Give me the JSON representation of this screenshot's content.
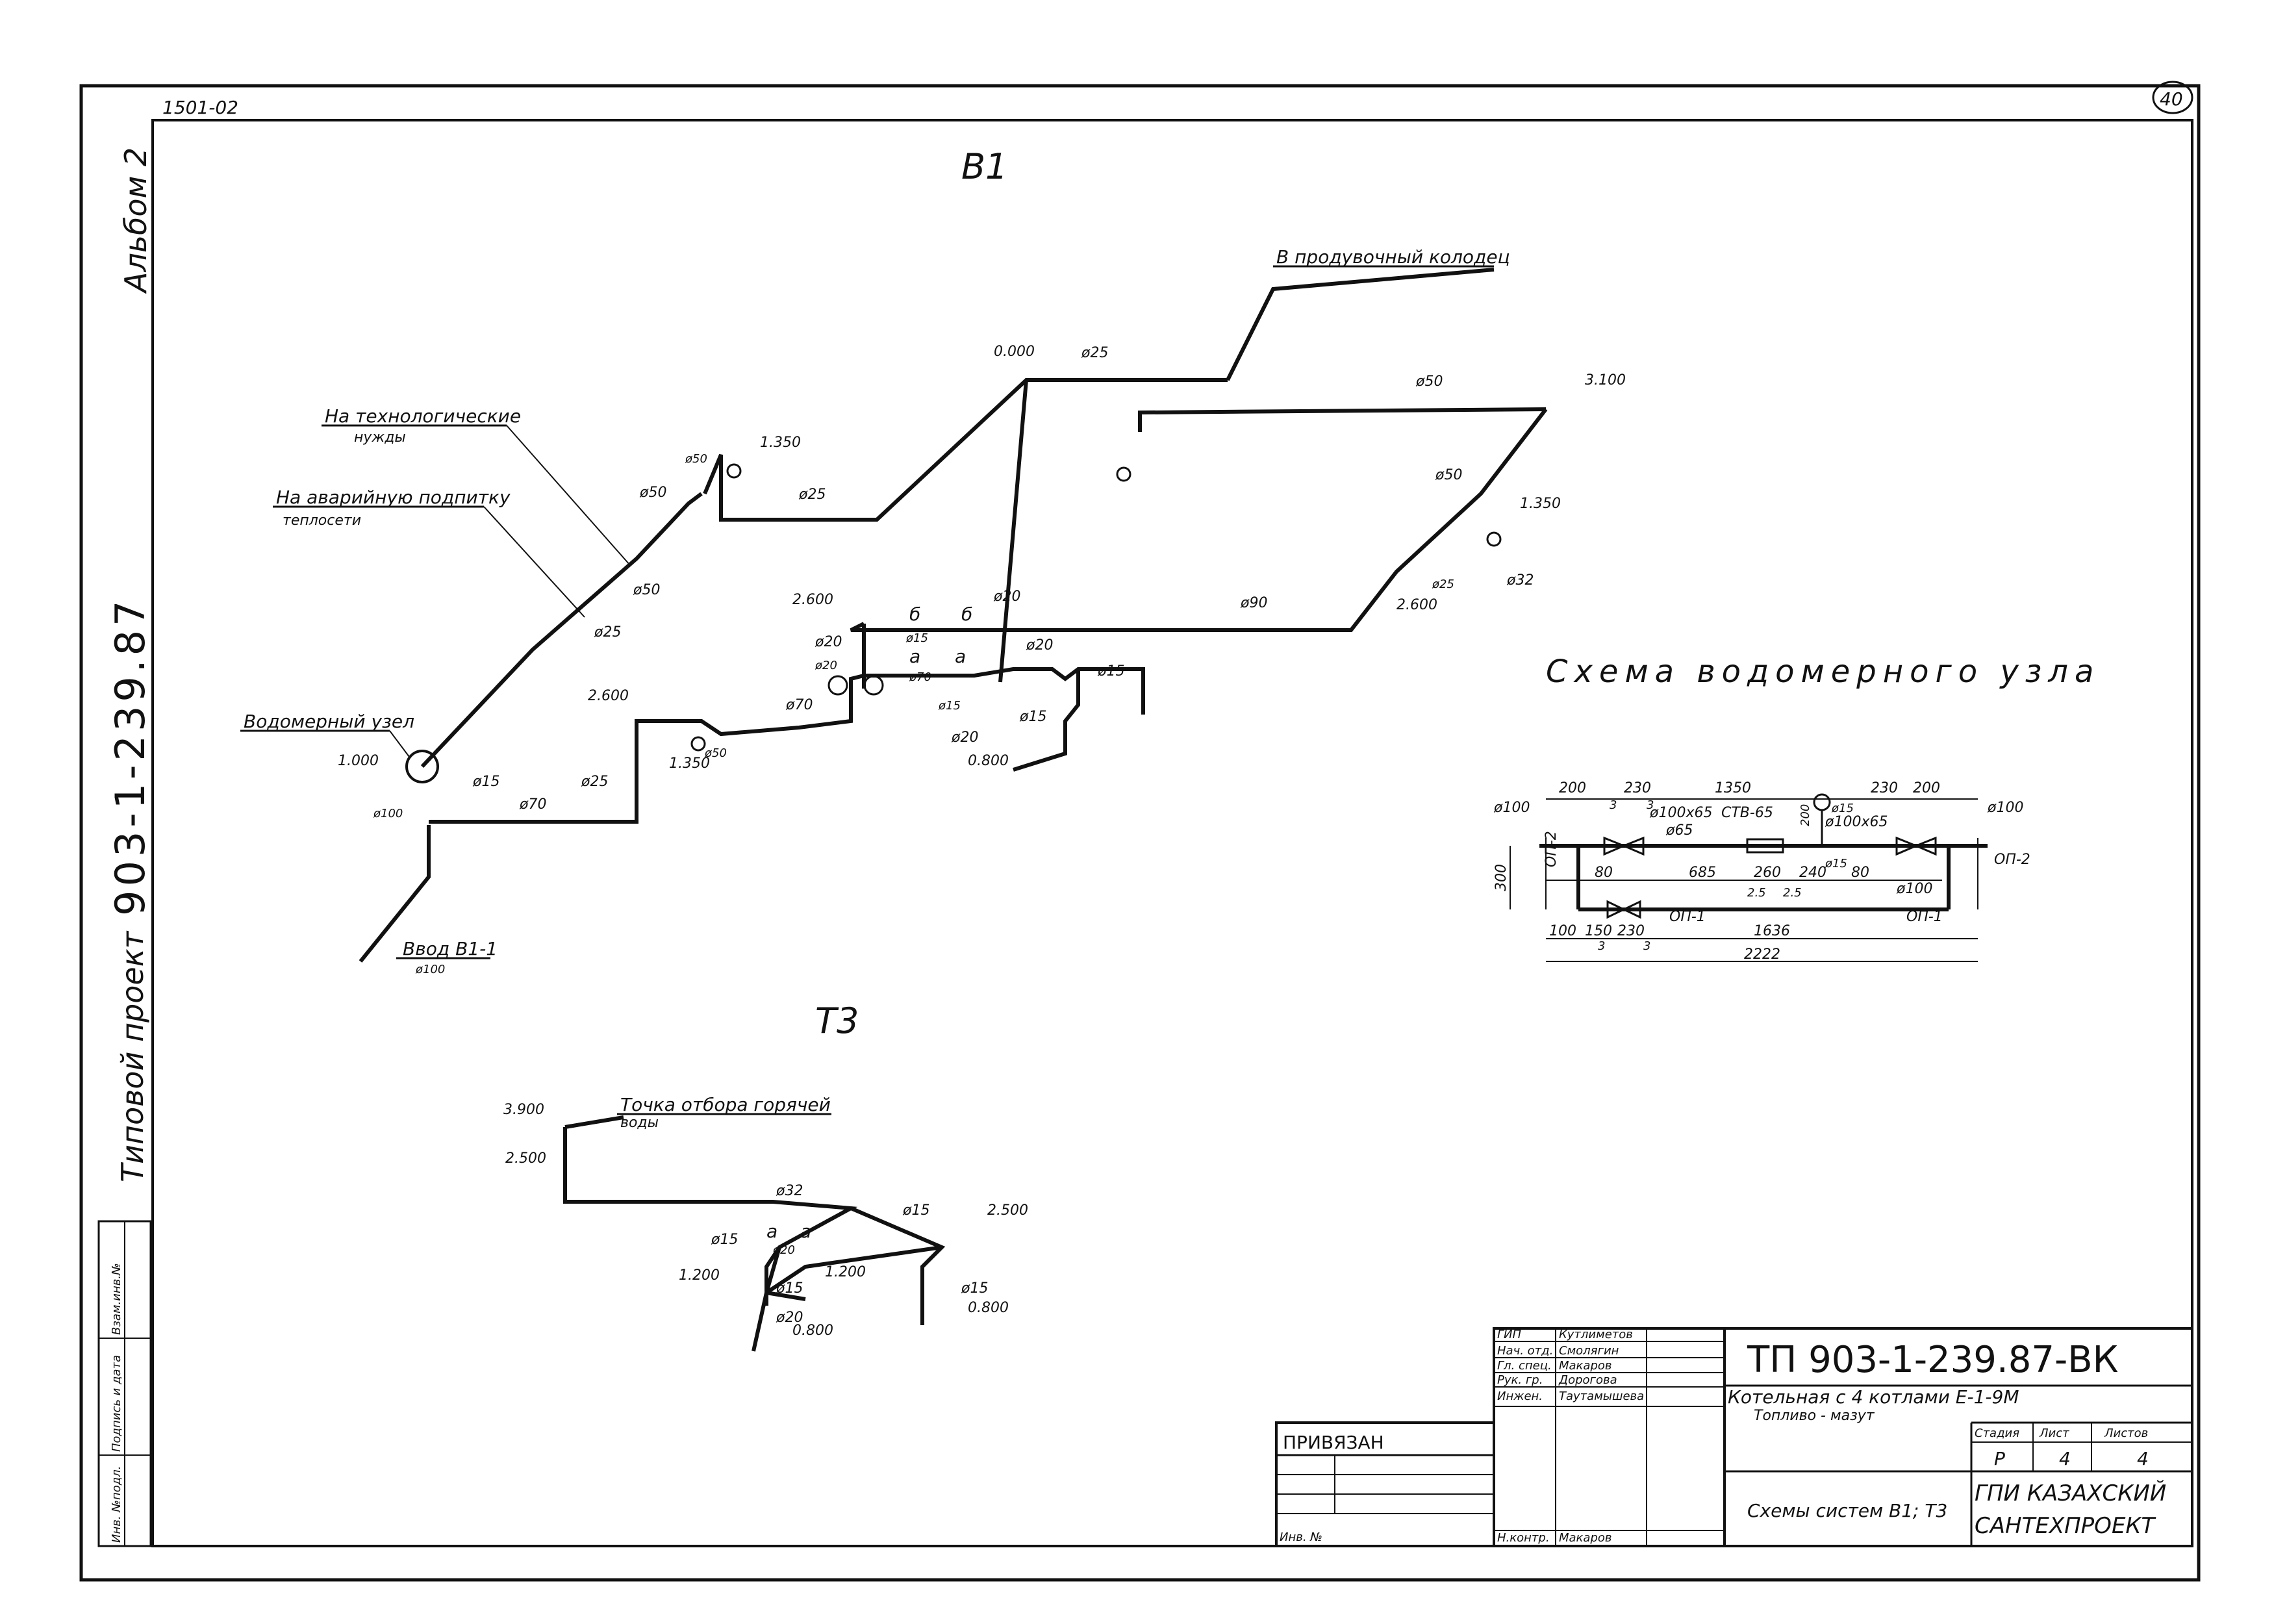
{
  "sheet": {
    "corner_code": "1501-02",
    "sheet_number": "40",
    "side_album": "Альбом 2",
    "side_project_number": "903-1-239.87",
    "side_project_type": "Типовой проект"
  },
  "left_stamp": {
    "cells": [
      "Инв. №подл.",
      "Подпись и дата",
      "Взам.инв.№"
    ]
  },
  "scheme_b1": {
    "title": "В1",
    "labels": {
      "blowdown_well": "В продувочный колодец",
      "tech_needs_1": "На технологические",
      "tech_needs_2": "нужды",
      "emergency_1": "На аварийную подпитку",
      "emergency_2": "теплосети",
      "meter_node": "Водомерный узел",
      "inlet_1": "Ввод В1-1",
      "inlet_2": "ø100"
    },
    "elevations": [
      "0.000",
      "3.100",
      "1.350",
      "1.350",
      "2.600",
      "2.600",
      "2.600",
      "1.000",
      "1.350",
      "0.800"
    ],
    "diameters": [
      "ø25",
      "ø50",
      "ø50",
      "ø25",
      "ø50",
      "ø50",
      "ø25",
      "ø50",
      "ø90",
      "ø32",
      "ø25",
      "ø20",
      "ø20",
      "ø15",
      "ø20",
      "ø70",
      "ø15",
      "ø15",
      "ø15",
      "ø20",
      "ø70",
      "ø50",
      "ø25",
      "ø15",
      "ø70",
      "ø100",
      "ø20"
    ],
    "marks": [
      "б",
      "б",
      "а",
      "а"
    ]
  },
  "meter_node": {
    "title": "Схема водомерного узла",
    "dims_top": [
      "200",
      "230",
      "1350",
      "230",
      "200"
    ],
    "dims_mid": [
      "80",
      "685",
      "260",
      "240",
      "80"
    ],
    "dims_mid2": [
      "2.5",
      "2.5"
    ],
    "dims_bottom": [
      "100",
      "150",
      "230",
      "1636",
      "2222"
    ],
    "fittings": [
      "ø100x65",
      "СТВ-65",
      "ø65",
      "ø15",
      "ø100x65",
      "ø15"
    ],
    "supports": [
      "ОП-2",
      "ОП-2",
      "ОП-1",
      "ОП-1"
    ],
    "pipes": [
      "ø100",
      "ø100",
      "ø100"
    ],
    "height": "300",
    "small": [
      "3",
      "3",
      "3",
      "3",
      "200"
    ]
  },
  "scheme_t3": {
    "title": "Т3",
    "labels": {
      "hot_water_1": "Точка отбора горячей",
      "hot_water_2": "воды"
    },
    "elevations": [
      "3.900",
      "2.500",
      "2.500",
      "1.200",
      "1.200",
      "0.800",
      "0.800"
    ],
    "diameters": [
      "ø32",
      "ø15",
      "ø15",
      "ø20",
      "ø15",
      "ø15",
      "ø20"
    ],
    "marks": [
      "а",
      "а"
    ]
  },
  "title_block": {
    "designation": "ТП 903-1-239.87-ВК",
    "object_line1": "Котельная с 4 котлами Е-1-9М",
    "object_line2": "Топливо - мазут",
    "sheet_title": "Схемы систем В1; Т3",
    "org_line1": "ГПИ КАЗАХСКИЙ",
    "org_line2": "САНТЕХПРОЕКТ",
    "stage_header": "Стадия",
    "sheet_header": "Лист",
    "sheets_header": "Листов",
    "stage": "Р",
    "sheet": "4",
    "sheets": "4",
    "bound": "ПРИВЯЗАН",
    "inv_no": "Инв. №",
    "roles": [
      "ГИП",
      "Нач. отд.",
      "Гл. спец.",
      "Рук. гр.",
      "Инжен."
    ],
    "names": [
      "Кутлиметов",
      "Смолягин",
      "Макаров",
      "Дорогова",
      "Таутамышева"
    ],
    "norm_role": "Н.контр.",
    "norm_name": "Макаров"
  }
}
